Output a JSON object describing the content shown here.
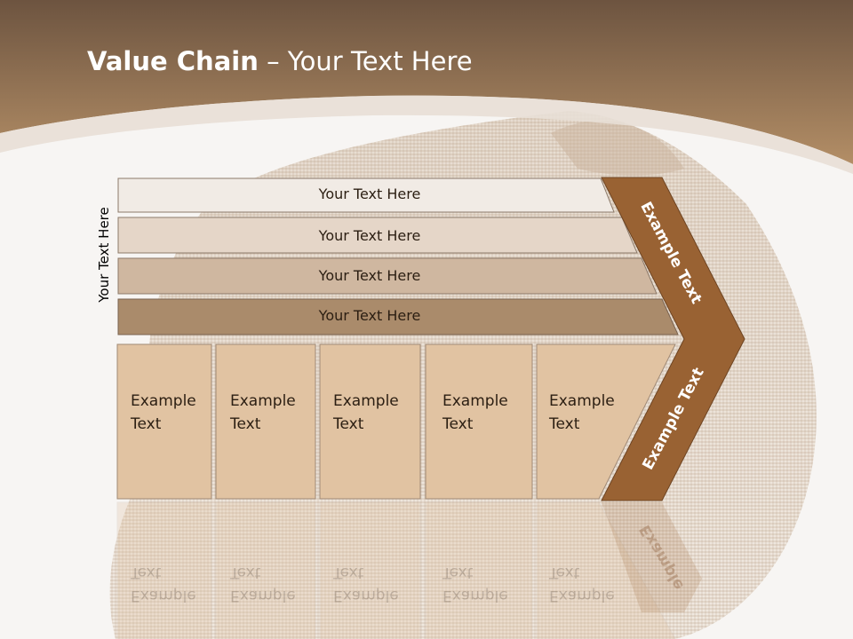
{
  "title": {
    "bold": "Value Chain",
    "rest": " – Your Text Here"
  },
  "side_label": "Your Text Here",
  "bars": [
    "Your Text Here",
    "Your Text Here",
    "Your Text Here",
    "Your Text Here"
  ],
  "boxes": [
    {
      "label": "Example\nText"
    },
    {
      "label": "Example\nText"
    },
    {
      "label": "Example\nText"
    },
    {
      "label": "Example\nText"
    },
    {
      "label": "Example\nText"
    }
  ],
  "chevron": {
    "top_label": "Example Text",
    "bottom_label": "Example Text",
    "reflection_label": "Example"
  },
  "colors": {
    "header_top": "#7a5e45",
    "header_bottom": "#b08a62",
    "bar_1": "#f1ebe5",
    "bar_2": "#e5d6c8",
    "bar_3": "#cfb7a0",
    "bar_4": "#aa8b6b",
    "box_fill": "#e1c3a2",
    "chevron": "#996233"
  }
}
